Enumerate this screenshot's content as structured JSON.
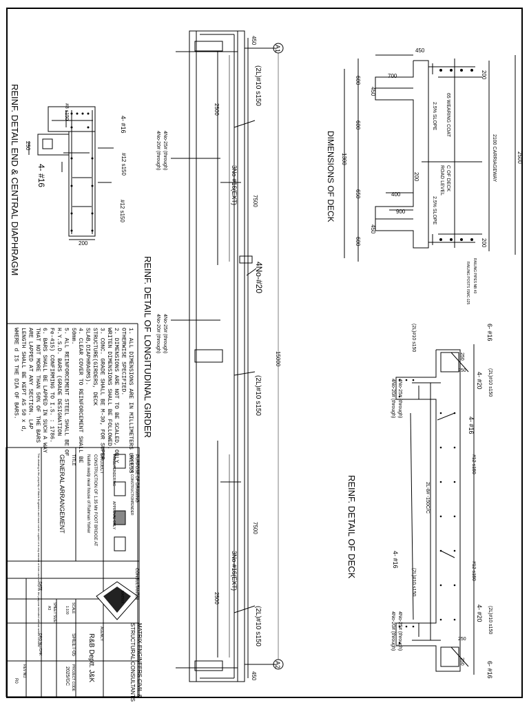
{
  "sheet_titles": {
    "end_diaphragm": "REINF. DETAIL END & CENTRAL DIAPHRAGM",
    "girder": "REINF. DETAIL OF LONGITUDINAL GIRDER",
    "deck_dims": "DIMENSIONS OF DECK",
    "deck_reinf": "REINF. DETAIL OF DECK"
  },
  "diaphragm": {
    "l1": "#8 s150",
    "l2": "4- #16",
    "l3": "#12 s150",
    "l4": "#12 s150",
    "l5": "250",
    "l6": "4- #16",
    "l7": "200"
  },
  "girder": {
    "a1": "A1",
    "a2": "A2",
    "d450a": "450",
    "d450b": "450",
    "d2500a": "2500",
    "d2500b": "2500",
    "d7500a": "7500",
    "d7500b": "7500",
    "d15000": "15000",
    "s1": "(2L)#10 s150",
    "s2": "(2L)#10 s150",
    "s3": "(2L)#10 s150",
    "t1": "4No-25# (through)",
    "t2": "4No-20# (through)",
    "t3": "4No-25# (through)",
    "t4": "4No-20# (through)",
    "ext1": "3No-#16(EXT)",
    "ext2": "3No-#16(EXT)",
    "n20": "4No-#20"
  },
  "deck_dims": {
    "d450": "450",
    "d700": "700",
    "d600a": "600",
    "d450b": "450",
    "d600": "600",
    "d1300": "1300",
    "d650": "650",
    "d400": "400",
    "d900": "900",
    "d450c": "450",
    "d600b": "600",
    "d200a": "200",
    "d200b": "200",
    "d200c": "200",
    "d2500": "2500",
    "wearing": "65 WEARING COAT",
    "slope1": "2.5% SLOPE",
    "slope2": "2.5% SLOPE",
    "cl": "C OF DECK",
    "road": "ROAD LEVEL",
    "carriage": "2100 CARRIAGEWAY",
    "pipe": "RAILING PIPES NB 40",
    "post": "RAILING POSTS ISMC-125"
  },
  "deck_reinf": {
    "r1": "6- #16",
    "r2": "(2L)#10 s150",
    "r3": "(2L)#10 s150",
    "r4": "4- #20",
    "r5": "4No-25# (through)",
    "r6": "4No-20# (through)",
    "r7": "4- #16",
    "r8": "#12 s150",
    "r9": "2L-8# -150C/C",
    "r10": "#12 s150",
    "r11": "4- #16",
    "r12": "(2L)#10 s150",
    "r13": "4- #20",
    "r14": "(2L)#10 s150",
    "r15": "4No-25# (through)",
    "r16": "4No-20# (through)",
    "r17": "6- #16",
    "r18": "250",
    "r19": "250",
    "r20": "250",
    "r21": "250"
  },
  "notes": [
    "1.  ALL DIMENSIONS ARE IN MILLIMETERS UNLESS",
    "    OTHERWISE SPECIFIED.",
    "2.  DIMENSIONS ARE NOT TO BE SCALED, ONLY",
    "    WRITEN DIMENSIONS SHALL BE FOLLOWED.",
    "3.  CONC. GRADE SHALL BE M-30, FOR SUPER",
    "    STRUCTURE(GIRDERS, DECK",
    "    SLAB,DIAPHRAGMS).",
    "4.  CLEAR COVER TO REINFORCEMENT SHALL BE",
    "    50mm.",
    "5.  ALL REINFORCEMENT STEEL SHALL BE OF",
    "    H.Y.S.D. BARS     (GRADE DESIGNATION",
    "    Fe-415) CONFIRMING TO I.S. : 1786.",
    "6.  BARS SHALL BE LAPPED IN SUCH A WAY",
    "    THAT NOT MORE THAN 50% OF THE BARS",
    "    ARE LAPPED AT ANY SECTION. LAP",
    "    LENGTH SHALL BE KEPT AS 50 x d,",
    "    WHERE d IS THE DIA OF BARS."
  ],
  "title_block": {
    "purpose": "PURPOSE OF DRAWING",
    "good": "GOOD FOR CONSTRUCTION",
    "tender": "TENDER",
    "pricing": "PRICE/TENDERING",
    "approval": "APPROVAL ONLY",
    "project_hdr": "PROJECT",
    "project": "CONSTRUCTION OF 1.35 Mtr FOOT BRIDGE AT",
    "project2": "Nallah wadp near house of Rahman Yorker",
    "title_hdr": "TITLE",
    "title": "GENERAL ARRANGEMENT",
    "consultants": "CONSULTANTS",
    "company1": "MATRIX ENGINEERS CIVIL &",
    "company2": "STRUCTURAL CONSULTANTS",
    "logo": "MATRIX",
    "agency_hdr": "AGENCY",
    "agency": "R&B Deptt. J&K",
    "scale_hdr": "SCALE",
    "scale": "1:100",
    "sheet_hdr": "SHEET SIZE",
    "sheet": "A3",
    "sheetno": "SHEET-05",
    "date_hdr": "DATE",
    "code_hdr": "PROJECT CODE",
    "code": "2025/GC",
    "rev_hdr": "REV NO.",
    "rev": "R0",
    "drawn_hdr": "DRG No./CHK",
    "copyright": "This drawing is the property of Matrix Engineers and must not be copied or in any manner or form used except for the purpose intended without written consent."
  }
}
